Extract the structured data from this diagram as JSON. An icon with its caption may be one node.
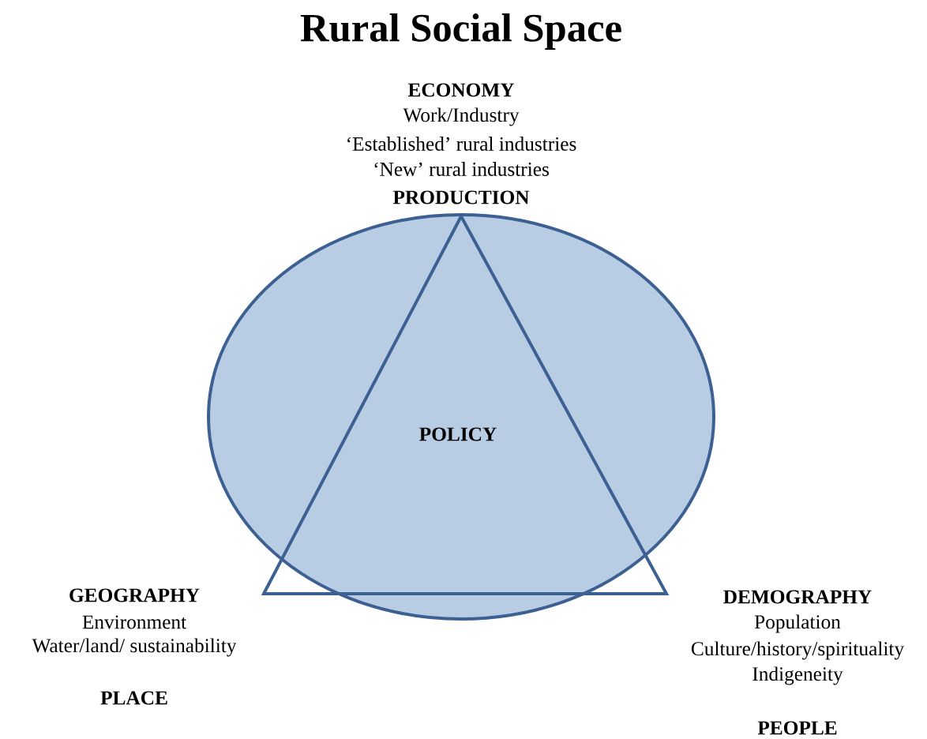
{
  "diagram": {
    "title": "Rural Social Space",
    "nodes": [
      {
        "text": [],
        "shape": "circle"
      },
      {
        "text": [
          "POLICY"
        ],
        "in": 0
      }
    ],
    "labels": [
      "ECONOMY",
      "Work/Industry",
      "‘Established’ rural industries",
      "‘New’ rural industries",
      "PRODUCTION",
      "GEOGRAPHY",
      "Environment",
      "Water/land/ sustainability",
      "PLACE",
      "DEMOGRAPHY",
      "Population",
      "Culture/history/spirituality",
      "Indigeneity",
      "PEOPLE"
    ]
  }
}
